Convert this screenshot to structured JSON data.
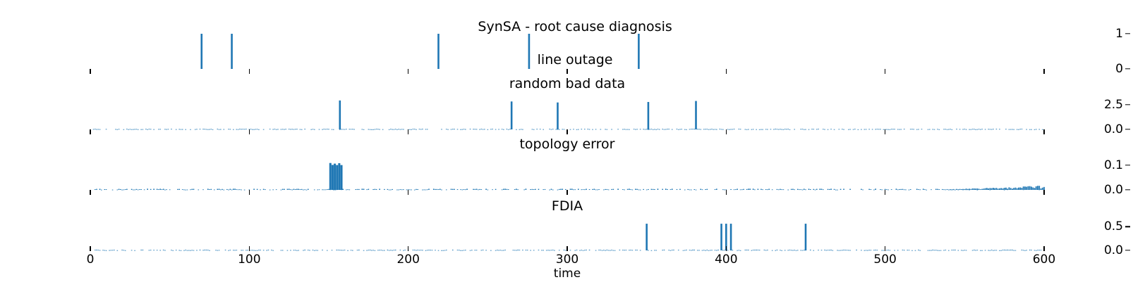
{
  "figure": {
    "suptitle_line1": "SynSA - root cause diagnosis",
    "suptitle_line2": "line outage",
    "xlabel": "time",
    "accent_color": "#1f77b4",
    "text_color": "#000000",
    "background": "#ffffff"
  },
  "axis": {
    "xticks": [
      0,
      100,
      200,
      300,
      400,
      500,
      600
    ],
    "xtick_labels": [
      "0",
      "100",
      "200",
      "300",
      "400",
      "500",
      "600"
    ],
    "xlim": [
      -8,
      608
    ]
  },
  "chart_data": {
    "type": "bar",
    "title": "SynSA - root cause diagnosis",
    "subtitle": "line outage",
    "xlabel": "time",
    "ylabel": "",
    "grid": false,
    "legend": false,
    "xlim": [
      -8,
      608
    ],
    "shared_x": true,
    "panels": [
      {
        "name": "line-outage",
        "title": "line outage",
        "is_suptitle_second_line": true,
        "yticks": [
          0,
          1
        ],
        "ytick_labels": [
          "0",
          "1"
        ],
        "ylim": [
          0,
          1.12
        ],
        "x": [
          70,
          89,
          152,
          219,
          266,
          293,
          350,
          383,
          400,
          450
        ],
        "values": [
          1,
          1,
          0,
          1,
          0,
          0,
          1,
          0,
          0,
          0
        ],
        "spikes": [
          {
            "x": 70,
            "y": 1
          },
          {
            "x": 89,
            "y": 1
          },
          {
            "x": 219,
            "y": 1
          },
          {
            "x": 276,
            "y": 1
          },
          {
            "x": 345,
            "y": 1
          }
        ]
      },
      {
        "name": "random-bad-data",
        "title": "random bad data",
        "yticks": [
          0.0,
          2.5
        ],
        "ytick_labels": [
          "0.0",
          "2.5"
        ],
        "ylim": [
          0,
          3.1
        ],
        "spikes": [
          {
            "x": 157,
            "y": 2.9
          },
          {
            "x": 265,
            "y": 2.8
          },
          {
            "x": 294,
            "y": 2.7
          },
          {
            "x": 351,
            "y": 2.75
          },
          {
            "x": 381,
            "y": 2.85
          }
        ],
        "baseline_noise": true,
        "baseline_noise_level": 0.05
      },
      {
        "name": "topology-error",
        "title": "topology error",
        "yticks": [
          0.0,
          0.1
        ],
        "ytick_labels": [
          "0.0",
          "0.1"
        ],
        "ylim": [
          0,
          0.125
        ],
        "burst": {
          "start": 151,
          "end": 158,
          "height": 0.113,
          "count": 6
        },
        "baseline_noise": true,
        "baseline_noise_level": 0.004,
        "rising_tail": {
          "start": 540,
          "end": 600,
          "max": 0.012
        }
      },
      {
        "name": "fdia",
        "title": "FDIA",
        "yticks": [
          0.0,
          0.5
        ],
        "ytick_labels": [
          "0.0",
          "0.5"
        ],
        "ylim": [
          0,
          0.62
        ],
        "spikes": [
          {
            "x": 350,
            "y": 0.56
          },
          {
            "x": 397,
            "y": 0.56
          },
          {
            "x": 400,
            "y": 0.56
          },
          {
            "x": 403,
            "y": 0.56
          },
          {
            "x": 450,
            "y": 0.56
          }
        ],
        "baseline_noise": true,
        "baseline_noise_level": 0.012
      }
    ]
  }
}
